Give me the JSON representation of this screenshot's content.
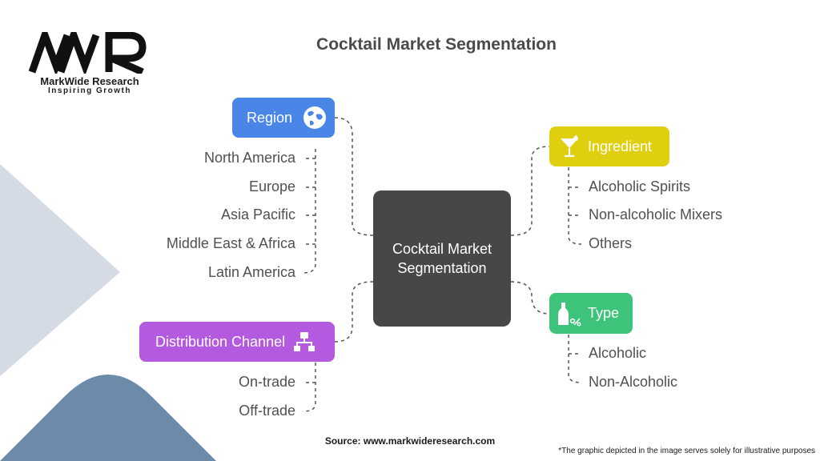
{
  "brand": {
    "name": "MarkWide Research",
    "tagline": "Inspiring Growth",
    "logo_text": "MWR"
  },
  "title": "Cocktail Market Segmentation",
  "center": {
    "label": "Cocktail Market Segmentation"
  },
  "segments": {
    "region": {
      "label": "Region",
      "color": "#4a86e8",
      "icon": "globe-icon",
      "items": [
        "North America",
        "Europe",
        "Asia Pacific",
        "Middle East & Africa",
        "Latin America"
      ]
    },
    "distribution": {
      "label": "Distribution Channel",
      "color": "#b45ae0",
      "icon": "hierarchy-icon",
      "items": [
        "On-trade",
        "Off-trade"
      ]
    },
    "ingredient": {
      "label": "Ingredient",
      "color": "#dfcf0f",
      "icon": "cocktail-glass-icon",
      "items": [
        "Alcoholic Spirits",
        "Non-alcoholic Mixers",
        "Others"
      ]
    },
    "type": {
      "label": "Type",
      "color": "#3dc47a",
      "icon": "bottle-percent-icon",
      "items": [
        "Alcoholic",
        "Non-Alcoholic"
      ]
    }
  },
  "source": "Source: www.markwideresearch.com",
  "disclaimer": "*The graphic depicted in the image serves solely for illustrative purposes"
}
